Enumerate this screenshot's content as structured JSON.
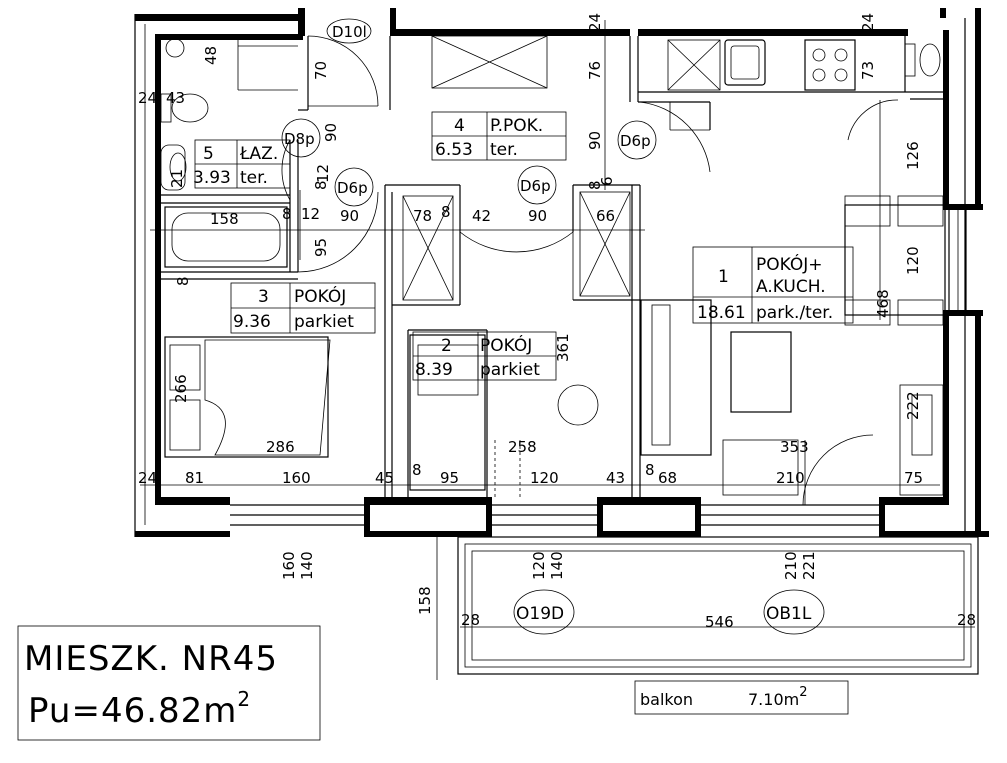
{
  "apartment": {
    "title": "MIESZK. NR45",
    "area_prefix": "Pu=46.82m",
    "area_sup": "2"
  },
  "balcony": {
    "label": "balkon",
    "area": "7.10m",
    "area_sup": "2"
  },
  "rooms": [
    {
      "num": "1",
      "name": "POKÓJ+",
      "name2": "A.KUCH.",
      "area": "18.61",
      "floor": "park./ter."
    },
    {
      "num": "2",
      "name": "POKÓJ",
      "area": "8.39",
      "floor": "parkiet"
    },
    {
      "num": "3",
      "name": "POKÓJ",
      "area": "9.36",
      "floor": "parkiet"
    },
    {
      "num": "4",
      "name": "P.POK.",
      "area": "6.53",
      "floor": "ter."
    },
    {
      "num": "5",
      "name": "ŁAZ.",
      "area": "3.93",
      "floor": "ter."
    }
  ],
  "doors": [
    "D10l",
    "D8p",
    "D6p",
    "D6p",
    "D6p",
    "O19D",
    "OB1L"
  ],
  "dimensions": {
    "d48": "48",
    "d70": "70",
    "d76": "76",
    "d24a": "24",
    "d24b": "24",
    "d73": "73",
    "d24c": "24",
    "d43": "43",
    "d90a": "90",
    "d90b": "90",
    "d126": "126",
    "d21": "21",
    "d8a": "8",
    "d8b": "8",
    "d12a": "12",
    "d6": "6",
    "d158a": "158",
    "d8c": "8",
    "d12b": "12",
    "d90c": "90",
    "d78": "78",
    "d8d": "8",
    "d42": "42",
    "d90d": "90",
    "d66": "66",
    "d95a": "95",
    "d120a": "120",
    "d8e": "8",
    "d468": "468",
    "d361": "361",
    "d266": "266",
    "d222": "222",
    "d286": "286",
    "d258": "258",
    "d353": "353",
    "d24d": "24",
    "d81": "81",
    "d160a": "160",
    "d45": "45",
    "d8f": "8",
    "d95b": "95",
    "d120b": "120",
    "d43b": "43",
    "d8g": "8",
    "d68": "68",
    "d210a": "210",
    "d75": "75",
    "d160b": "160",
    "d140a": "140",
    "d120c": "120",
    "d140b": "140",
    "d210b": "210",
    "d221": "221",
    "d158b": "158",
    "d28a": "28",
    "d546": "546",
    "d28b": "28"
  }
}
